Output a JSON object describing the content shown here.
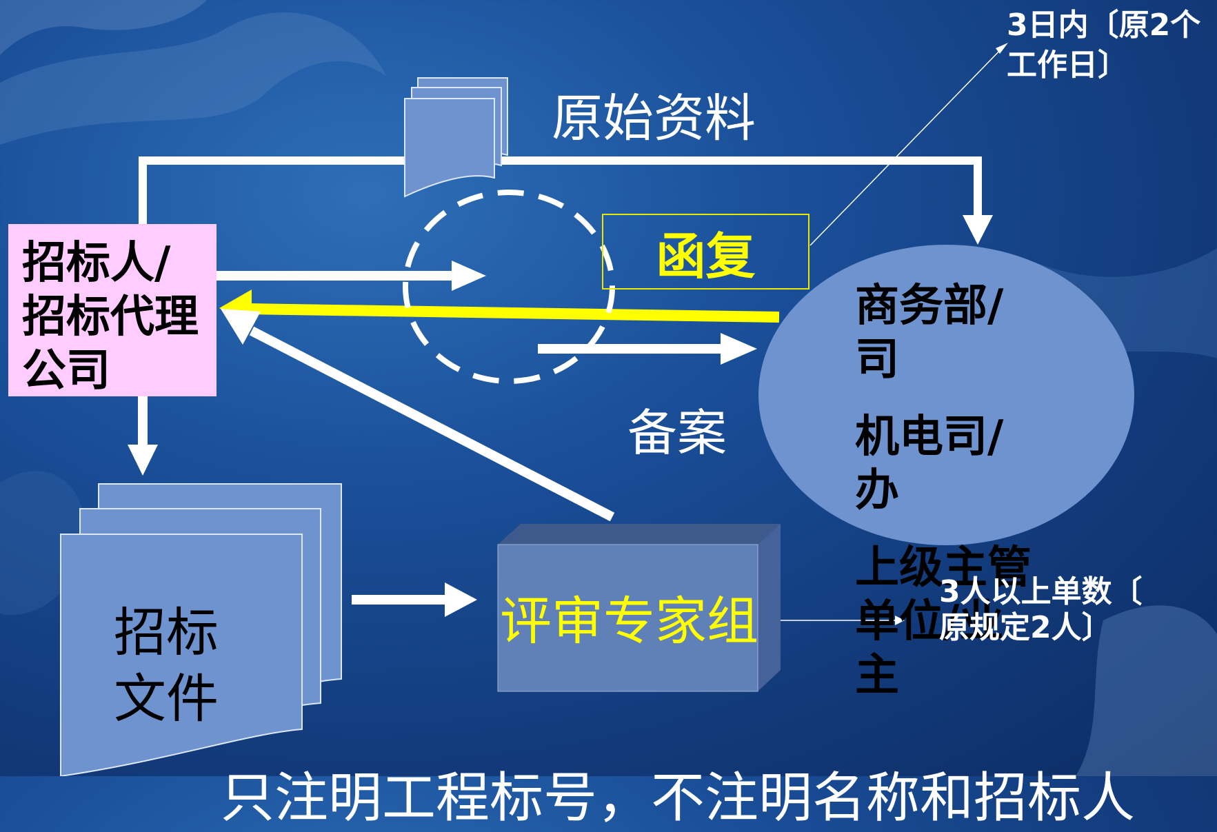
{
  "source_docs_label": "原始资料",
  "reply_label": "函复",
  "tenderer": {
    "line1": "招标人/",
    "line2": "招标代理",
    "line3": "公司"
  },
  "department": {
    "line1": "商务部/",
    "line2": "司",
    "line3": "机电司/",
    "line4": "办",
    "line5": "上级主管",
    "line6": "单位/业",
    "line7": "主"
  },
  "record_label": "备案",
  "expert_group_label": "评审专家组",
  "tender_docs": {
    "line1": "招标",
    "line2": "文件"
  },
  "notes": {
    "top_line1": "3日内〔原2个",
    "top_line2": "工作日〕",
    "bottom_line1": "3人以上单数〔",
    "bottom_line2": "原规定2人〕"
  },
  "bottom_text": "只注明工程标号，不注明名称和招标人",
  "colors": {
    "background": "#1a4f99",
    "tenderer_box": "#ffccff",
    "department_ellipse": "#6f93cf",
    "highlight_yellow": "#ffff00",
    "document_fill": "#6f93cf",
    "arrow_white": "#ffffff"
  }
}
